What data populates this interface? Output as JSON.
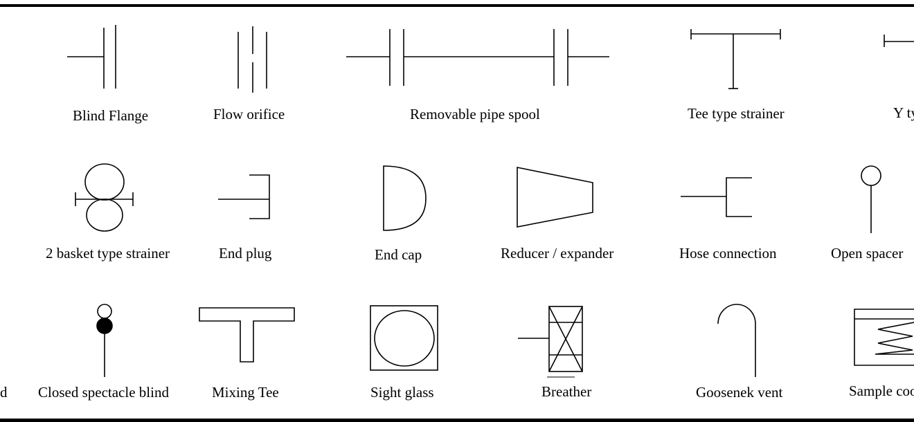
{
  "labels": {
    "blind_flange": "Blind Flange",
    "flow_orifice": "Flow orifice",
    "removable_pipe_spool": "Removable pipe spool",
    "tee_type_strainer": "Tee type strainer",
    "y_type_partial": "Y ty",
    "two_basket_strainer": "2 basket type strainer",
    "end_plug": "End plug",
    "end_cap": "End cap",
    "reducer_expander": "Reducer / expander",
    "hose_connection": "Hose connection",
    "open_spacer": "Open spacer",
    "left_partial": "d",
    "closed_spectacle_blind": "Closed spectacle blind",
    "mixing_tee": "Mixing  Tee",
    "sight_glass": "Sight glass",
    "breather": "Breather",
    "goosenek_vent": "Goosenek vent",
    "sample_partial": "Sample coo"
  },
  "colors": {
    "stroke": "#000000",
    "background": "#ffffff"
  }
}
